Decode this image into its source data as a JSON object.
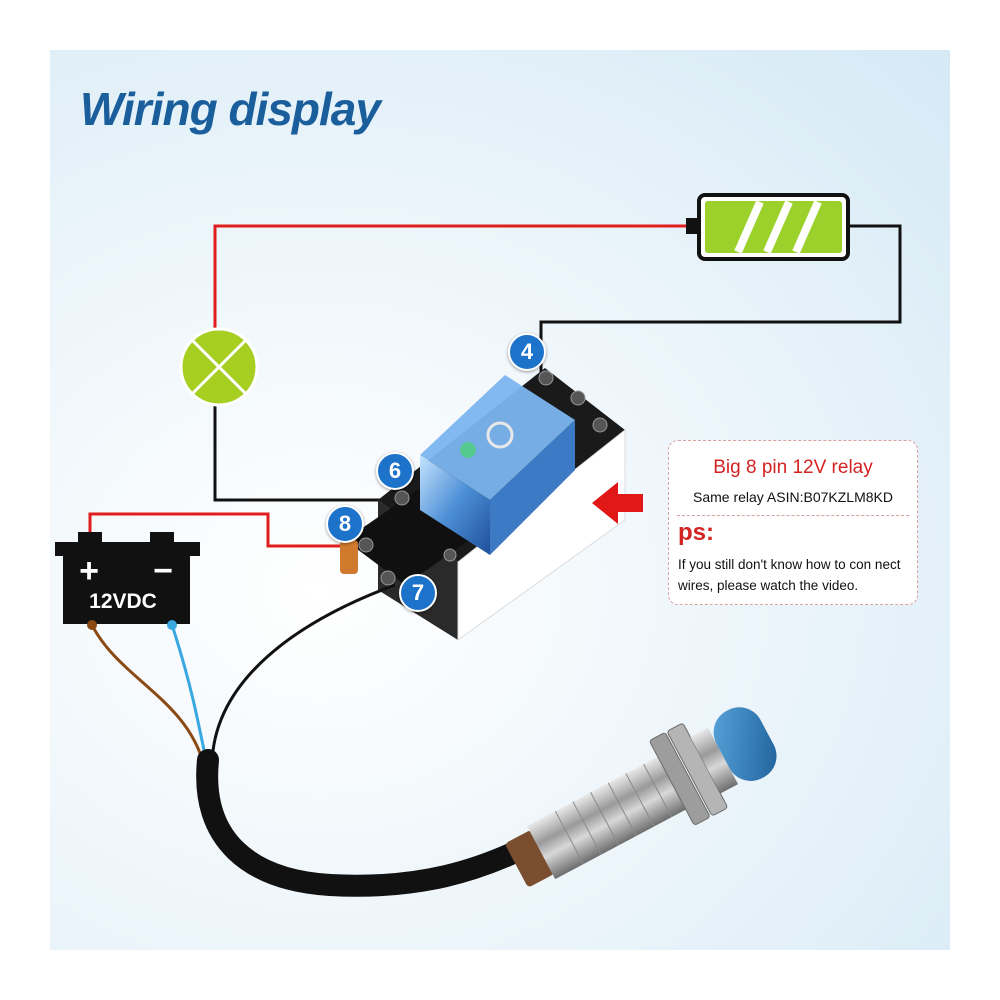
{
  "title": "Wiring display",
  "pins": {
    "pin4": "4",
    "pin6": "6",
    "pin8": "8",
    "pin7": "7"
  },
  "battery": {
    "plus": "+",
    "minus": "−",
    "label": "12VDC"
  },
  "info": {
    "title": "Big 8 pin 12V relay",
    "asin": "Same relay ASIN:B07KZLM8KD",
    "ps": "ps:",
    "note": "If you still don't know how to con nect wires, please watch the video."
  },
  "colors": {
    "title": "#1a5e9c",
    "pin_badge": "#1d72c9",
    "positive_wire": "#e01e1e",
    "negative_wire": "#111111",
    "brown_wire": "#8b4a14",
    "blue_wire": "#39a7e0",
    "battery_fill": "#9bd12a",
    "lamp_fill": "#a6cf22",
    "arrow": "#e01818",
    "info_red": "#d32323"
  },
  "icons": [
    "lamp-icon",
    "battery-icon",
    "dc-battery-icon",
    "relay-icon",
    "proximity-sensor-icon",
    "arrow-left-icon"
  ]
}
